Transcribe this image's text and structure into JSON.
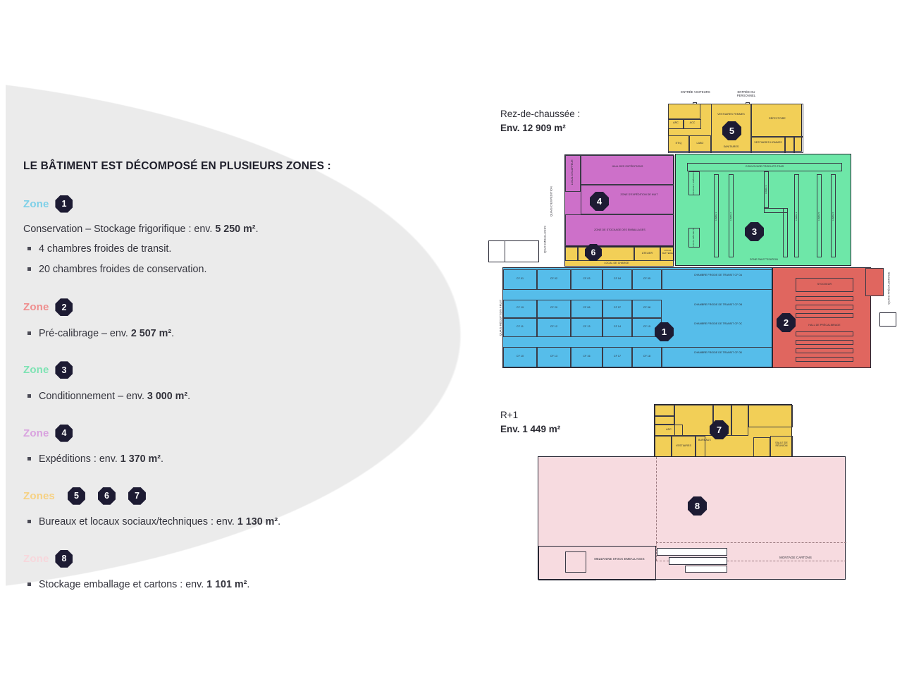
{
  "left_panel": {
    "title": "LE BÂTIMENT EST DÉCOMPOSÉ EN PLUSIEURS ZONES :",
    "zones": [
      {
        "word": "Zone",
        "badges": [
          "1"
        ],
        "color": "#7ed0e8",
        "desc": "Conservation – Stockage frigorifique : env. 5 250 m².",
        "desc_plain": "Conservation – Stockage frigorifique : env. ",
        "desc_bold": "5 250 m²",
        "items": [
          "4 chambres froides de transit.",
          "20 chambres froides de conservation."
        ]
      },
      {
        "word": "Zone",
        "badges": [
          "2"
        ],
        "color": "#ef8e8e",
        "desc": "",
        "items_rich": [
          {
            "plain": "Pré-calibrage – env. ",
            "bold": "2 507 m²",
            "tail": "."
          }
        ]
      },
      {
        "word": "Zone",
        "badges": [
          "3"
        ],
        "color": "#7fe3b4",
        "items_rich": [
          {
            "plain": "Conditionnement – env. ",
            "bold": "3 000 m²",
            "tail": "."
          }
        ]
      },
      {
        "word": "Zone",
        "badges": [
          "4"
        ],
        "color": "#d9a2df",
        "items_rich": [
          {
            "plain": "Expéditions : env. ",
            "bold": "1 370 m²",
            "tail": "."
          }
        ]
      },
      {
        "word": "Zones",
        "badges": [
          "5",
          "6",
          "7"
        ],
        "color": "#f6d183",
        "items_rich": [
          {
            "plain": "Bureaux et locaux sociaux/techniques : env. ",
            "bold": "1 130 m²",
            "tail": "."
          }
        ]
      },
      {
        "word": "Zone",
        "badges": [
          "8"
        ],
        "color": "#f7d7dc",
        "items_rich": [
          {
            "plain": "Stockage emballage et cartons : env. ",
            "bold": "1 101 m²",
            "tail": "."
          }
        ]
      }
    ]
  },
  "plans": {
    "ground": {
      "caption_line1": "Rez-de-chaussée :",
      "caption_line2": "Env. 12 909 m²",
      "entrances": [
        "ENTRÉE VISITEURS",
        "ENTRÉE DU PERSONNEL"
      ],
      "yellow_top": {
        "badge": "5",
        "rooms": [
          "VESTIAIRES FEMMES",
          "RÉFECTOIRE",
          "SANITAIRES",
          "VESTIAIRES HOMMES",
          "ETIQ",
          "LABO",
          "ARC",
          "ACC"
        ]
      },
      "purple": {
        "badge": "4",
        "rooms": [
          "HALL DES EXPÉDITIONS",
          "ZONE D'EXPÉDITION DE NUIT",
          "ZONE DE STOCKAGE DES EMBALLAGES",
          "LOCAL CHAUFFEUR"
        ],
        "quays": [
          "QUAIS D'EXPÉDITION",
          "QUAI EMBALLAGES"
        ]
      },
      "yellow_mid": {
        "badge": "6",
        "rooms": [
          "ATELIER",
          "LOCAL DE CHARGE",
          "LOCAL BATTERIE"
        ]
      },
      "green": {
        "badge": "3",
        "rooms": [
          "CONVOYAGE PRODUITS FINIS",
          "ZONE PALETTISATION",
          "LOCAL DÉCHETS",
          "LIGNE 1",
          "LIGNE 2",
          "LIGNE 3",
          "LIGNE 4",
          "LIGNE 5",
          "LIGNE 6",
          "PESAGE / LIBÉRATION"
        ]
      },
      "blue": {
        "badge": "1",
        "quay_label": "QUAIS RÉCEPTION FRUIT",
        "cells_row1": [
          "CF 01",
          "CF 02",
          "CF 03",
          "CF 04",
          "CF 05"
        ],
        "cells_row2": [
          "CF 19",
          "CF 20",
          "CF 06",
          "CF 07",
          "CF 08"
        ],
        "cells_row3": [
          "CF 11",
          "CF 12",
          "CF 13",
          "CF 14",
          "CF 15"
        ],
        "cells_row4": [
          "CF 10",
          "CF 13",
          "CF 16",
          "CF 17",
          "CF 18"
        ],
        "transit_rooms": [
          "CHAMBRE FROIDE DE TRANSIT CF 0A",
          "CHAMBRE FROIDE DE TRANSIT CF 0B",
          "CHAMBRE FROIDE DE TRANSIT CF 0C",
          "CHAMBRE FROIDE DE TRANSIT CF 0D"
        ]
      },
      "red": {
        "badge": "2",
        "rooms": [
          "STOCKEUR",
          "HALL DE PRÉCALIBRAGE"
        ],
        "quay_label": "QUAIS PRÉCALIBRAGE"
      }
    },
    "upper": {
      "caption_line1": "R+1",
      "caption_line2": "Env. 1 449 m²",
      "yellow": {
        "badge": "7",
        "rooms": [
          "BUREAUX",
          "SALLE DE RÉUNION",
          "ARC",
          "VESTIAIRES"
        ]
      },
      "pink": {
        "badge": "8",
        "rooms": [
          "MONTAGE CARTONS",
          "MEZZANINE STOCK EMBALLAGES"
        ]
      }
    }
  },
  "palette": {
    "blue": "#56bdea",
    "red": "#e0665f",
    "green": "#6ee7a8",
    "purple": "#cd70c9",
    "yellow": "#f2cf57",
    "pink": "#f7dbe0",
    "badge_dark": "#1d1b33"
  }
}
